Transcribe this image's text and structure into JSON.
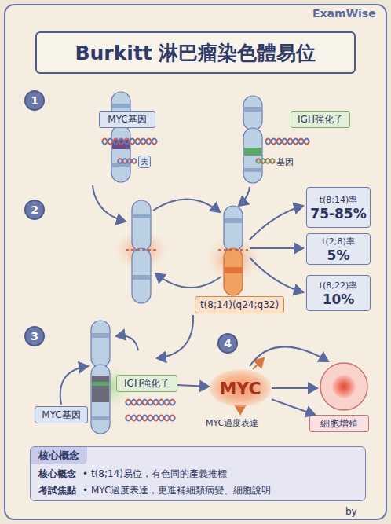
{
  "diagram": {
    "title": "Burkitt 淋巴瘤染色體易位",
    "nodes": [
      {
        "text": [
          "1"
        ]
      },
      {
        "text": [
          "MYC基因"
        ]
      },
      {
        "text": [
          "夫"
        ]
      },
      {
        "text": [
          "IGH強化子"
        ]
      },
      {
        "text": [
          "2"
        ]
      },
      {
        "text": [
          "t(8;14)率",
          "75-85%"
        ]
      },
      {
        "text": [
          "t(2;8)率",
          "5%"
        ]
      },
      {
        "text": [
          "t(8;22)率",
          "10%"
        ]
      },
      {
        "text": [
          "t(8;14)(q24;q32)"
        ]
      },
      {
        "text": [
          "3"
        ]
      },
      {
        "text": [
          "IGH強化子"
        ]
      },
      {
        "text": [
          "MYC基因"
        ]
      },
      {
        "text": [
          "4"
        ]
      },
      {
        "text": [
          "MYC"
        ]
      },
      {
        "text": [
          "細胞增殖"
        ]
      },
      {
        "text": [
          "核心概念",
          "核心概念",
          "• t(8;14)易位，有色同的產義推標",
          "考試焦點",
          "• MYC過度表達，更進補細類病變、細胞說明"
        ]
      }
    ],
    "edges": [
      {
        "from": 10,
        "to": 13,
        "arrow": "to"
      },
      {
        "from": 13,
        "to": 14,
        "arrow": "to"
      }
    ],
    "labels": [
      "ExamWise",
      "基因",
      "MYC過度表達",
      "by"
    ]
  }
}
